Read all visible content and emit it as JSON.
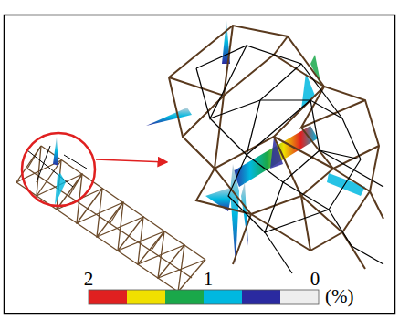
{
  "diagram": {
    "labels": [
      "2",
      "1",
      "0",
      "(%)"
    ]
  }
}
